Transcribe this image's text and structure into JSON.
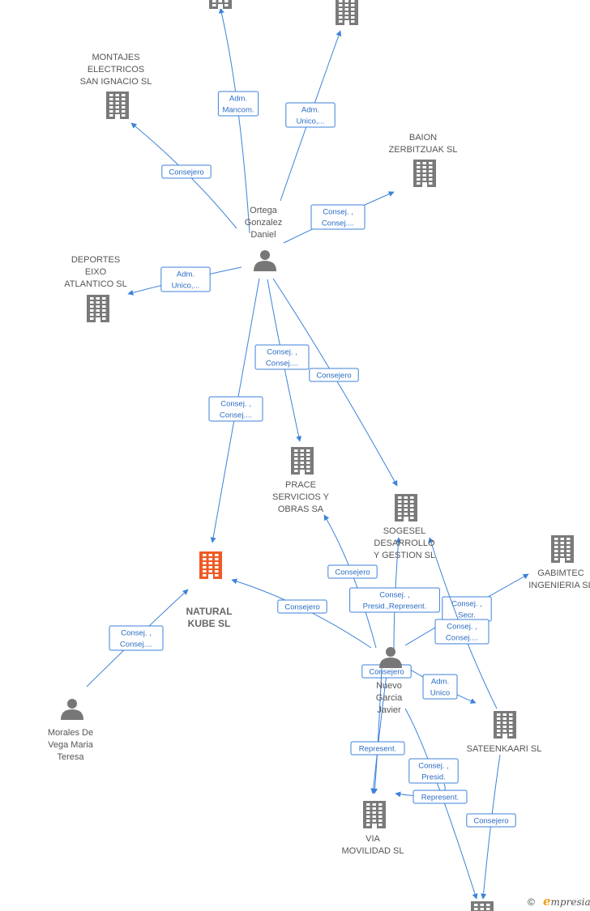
{
  "nodes": [
    {
      "id": "top_left",
      "kind": "company",
      "label": []
    },
    {
      "id": "top_right",
      "kind": "company",
      "label": []
    },
    {
      "id": "montajes",
      "kind": "company",
      "label": [
        "MONTAJES",
        "ELECTRICOS",
        "SAN IGNACIO SL"
      ]
    },
    {
      "id": "baion",
      "kind": "company",
      "label": [
        "BAION",
        "ZERBITZUAK  SL"
      ]
    },
    {
      "id": "ortega",
      "kind": "person",
      "label": [
        "Ortega",
        "Gonzalez",
        "Daniel"
      ]
    },
    {
      "id": "deportes",
      "kind": "company",
      "label": [
        "DEPORTES",
        "EIXO",
        "ATLANTICO  SL"
      ]
    },
    {
      "id": "prace",
      "kind": "company",
      "label": [
        "PRACE",
        "SERVICIOS Y",
        "OBRAS SA"
      ]
    },
    {
      "id": "sogesel",
      "kind": "company",
      "label": [
        "SOGESEL",
        "DESARROLLO",
        "Y GESTION  SL"
      ]
    },
    {
      "id": "gabimtec",
      "kind": "company",
      "label": [
        "GABIMTEC",
        "INGENIERIA  SL"
      ]
    },
    {
      "id": "natural",
      "kind": "company",
      "main": true,
      "label": [
        "NATURAL",
        "KUBE  SL"
      ]
    },
    {
      "id": "nuevo",
      "kind": "person",
      "label": [
        "Nuevo",
        "Garcia",
        "Javier"
      ]
    },
    {
      "id": "morales",
      "kind": "person",
      "label": [
        "Morales De",
        "Vega Maria",
        "Teresa"
      ]
    },
    {
      "id": "sateenkaari",
      "kind": "company",
      "label": [
        "SATEENKAARI SL"
      ]
    },
    {
      "id": "via",
      "kind": "company",
      "label": [
        "VIA",
        "MOVILIDAD  SL"
      ]
    },
    {
      "id": "bottom",
      "kind": "company",
      "label": []
    }
  ],
  "edges": [
    {
      "from": "ortega",
      "to": "top_left",
      "label": [
        "Adm.",
        "Mancom."
      ]
    },
    {
      "from": "ortega",
      "to": "top_right",
      "label": [
        "Adm.",
        "Unico,..."
      ]
    },
    {
      "from": "ortega",
      "to": "montajes",
      "label": [
        "Consejero"
      ]
    },
    {
      "from": "ortega",
      "to": "baion",
      "label": [
        "Consej. ,",
        "Consej...."
      ]
    },
    {
      "from": "ortega",
      "to": "deportes",
      "label": [
        "Adm.",
        "Unico,..."
      ]
    },
    {
      "from": "ortega",
      "to": "prace",
      "label": [
        "Consej. ,",
        "Consej...."
      ]
    },
    {
      "from": "ortega",
      "to": "sogesel",
      "label": [
        "Consejero"
      ]
    },
    {
      "from": "ortega",
      "to": "natural",
      "label": [
        "Consej. ,",
        "Consej...."
      ]
    },
    {
      "from": "nuevo",
      "to": "prace",
      "label": [
        "Consejero"
      ]
    },
    {
      "from": "nuevo",
      "to": "natural",
      "label": [
        "Consejero"
      ]
    },
    {
      "from": "nuevo",
      "to": "sogesel",
      "label": [
        "Consej. ,",
        "Presid.,Represent."
      ]
    },
    {
      "from": "nuevo",
      "to": "gabimtec",
      "label": [
        "Consej. ,",
        "Secr."
      ]
    },
    {
      "from": "sateenkaari",
      "to": "sogesel",
      "label": [
        "Consej. ,",
        "Consej...."
      ]
    },
    {
      "from": "nuevo",
      "to": "sateenkaari",
      "label": [
        "Adm.",
        "Unico"
      ]
    },
    {
      "from": "nuevo",
      "to": "via",
      "label": [
        "Consejero"
      ]
    },
    {
      "from": "nuevo",
      "to": "via",
      "label": [
        "Represent."
      ]
    },
    {
      "from": "nuevo",
      "to": "bottom",
      "label": [
        "Consej. ,",
        "Presid."
      ]
    },
    {
      "from": "sateenkaari",
      "to": "via",
      "label": [
        "Represent."
      ]
    },
    {
      "from": "sateenkaari",
      "to": "bottom",
      "label": [
        "Consejero"
      ]
    },
    {
      "from": "morales",
      "to": "natural",
      "label": [
        "Consej. ,",
        "Consej...."
      ]
    }
  ],
  "footer": {
    "copyright": "©",
    "brand_initial": "e",
    "brand_rest": "mpresia"
  }
}
